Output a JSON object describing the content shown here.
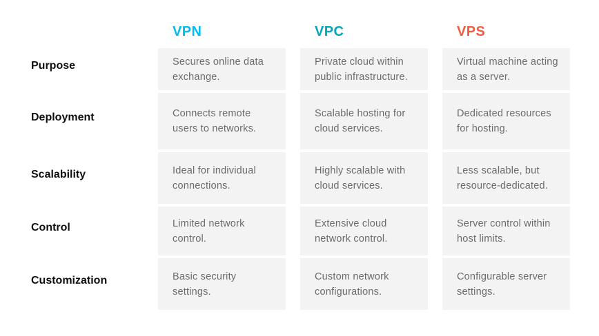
{
  "table": {
    "columns": [
      {
        "label": "VPN",
        "color": "#00bdf2"
      },
      {
        "label": "VPC",
        "color": "#00a9bb"
      },
      {
        "label": "VPS",
        "color": "#f25b3e"
      }
    ],
    "rows": [
      {
        "label": "Purpose",
        "cells": [
          "Secures online data exchange.",
          "Private cloud within public infrastructure.",
          "Virtual machine acting as a server."
        ]
      },
      {
        "label": "Deployment",
        "cells": [
          "Connects remote users to networks.",
          "Scalable hosting for cloud services.",
          "Dedicated resources for hosting."
        ]
      },
      {
        "label": "Scalability",
        "cells": [
          "Ideal for individual connections.",
          "Highly scalable with cloud services.",
          "Less scalable, but resource-dedicated."
        ]
      },
      {
        "label": "Control",
        "cells": [
          "Limited network control.",
          "Extensive cloud network control.",
          "Server control within host limits."
        ]
      },
      {
        "label": "Customization",
        "cells": [
          "Basic security settings.",
          "Custom network configurations.",
          "Configurable server settings."
        ]
      }
    ]
  },
  "colors": {
    "background": "#ffffff",
    "cell_background": "#f3f3f3",
    "cell_text": "#6b6b6b",
    "row_label_text": "#101010"
  }
}
